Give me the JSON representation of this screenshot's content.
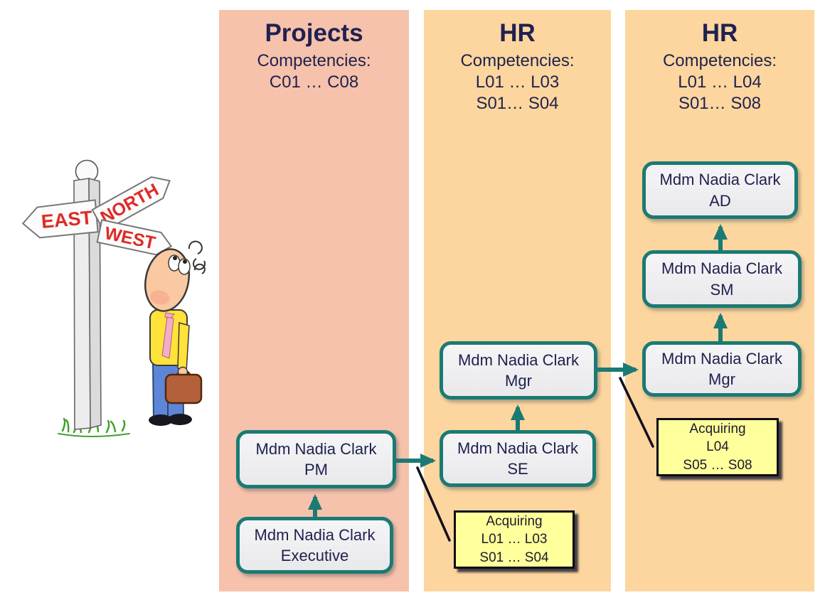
{
  "illustration": {
    "signpost": {
      "east": "EAST",
      "north": "NORTH",
      "west": "WEST"
    }
  },
  "columns": [
    {
      "title": "Projects",
      "competencies_label": "Competencies:",
      "line1": "C01 … C08",
      "line2": ""
    },
    {
      "title": "HR",
      "competencies_label": "Competencies:",
      "line1": "L01 … L03",
      "line2": "S01… S04"
    },
    {
      "title": "HR",
      "competencies_label": "Competencies:",
      "line1": "L01 … L04",
      "line2": "S01… S08"
    }
  ],
  "boxes": [
    {
      "name": "Mdm Nadia Clark",
      "role": "Executive"
    },
    {
      "name": "Mdm Nadia Clark",
      "role": "PM"
    },
    {
      "name": "Mdm Nadia Clark",
      "role": "SE"
    },
    {
      "name": "Mdm Nadia Clark",
      "role": "Mgr"
    },
    {
      "name": "Mdm Nadia Clark",
      "role": "Mgr"
    },
    {
      "name": "Mdm Nadia Clark",
      "role": "SM"
    },
    {
      "name": "Mdm Nadia Clark",
      "role": "AD"
    }
  ],
  "notes": [
    {
      "line1": "Acquiring",
      "line2": "L01 … L03",
      "line3": "S01 … S04"
    },
    {
      "line1": "Acquiring",
      "line2": "L04",
      "line3": "S05 … S08"
    }
  ],
  "colors": {
    "projects_column_bg": "#F6C2AB",
    "hr_column_bg": "#FCD69E",
    "box_border_teal": "#1B7A73",
    "arrow_teal": "#1B7A73",
    "heading_text": "#1F2150",
    "note_bg": "#FFFF9C",
    "sign_text_red": "#DE2B26"
  }
}
